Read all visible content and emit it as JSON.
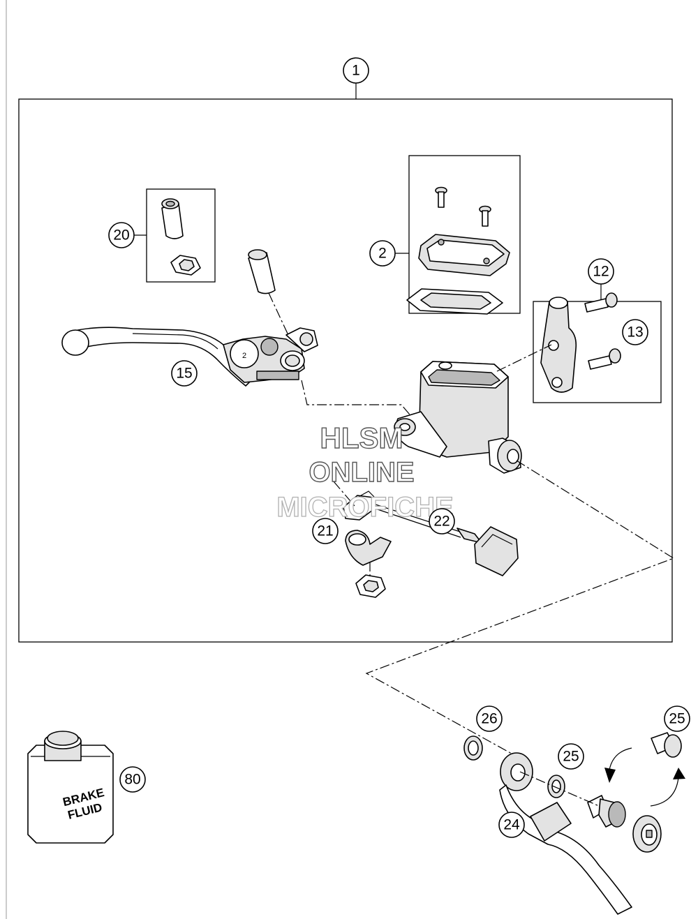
{
  "callouts": {
    "c1": "1",
    "c2": "2",
    "c12": "12",
    "c13": "13",
    "c15": "15",
    "c20": "20",
    "c21": "21",
    "c22": "22",
    "c24": "24",
    "c25a": "25",
    "c25b": "25",
    "c26": "26",
    "c80": "80"
  },
  "watermark": {
    "line1": "HLSM",
    "line2": "ONLINE",
    "line3": "MICROFICHE"
  },
  "fluid_can": {
    "line1": "BRAKE",
    "line2": "FLUID"
  },
  "icons": [
    "brake-lever-icon",
    "master-cylinder-icon",
    "reservoir-cover-icon",
    "clamp-icon",
    "bolt-icon",
    "nut-icon",
    "brake-light-switch-icon",
    "brake-hose-icon",
    "banjo-bolt-icon",
    "washer-icon",
    "brake-fluid-can-icon",
    "rotate-arrows-icon"
  ]
}
